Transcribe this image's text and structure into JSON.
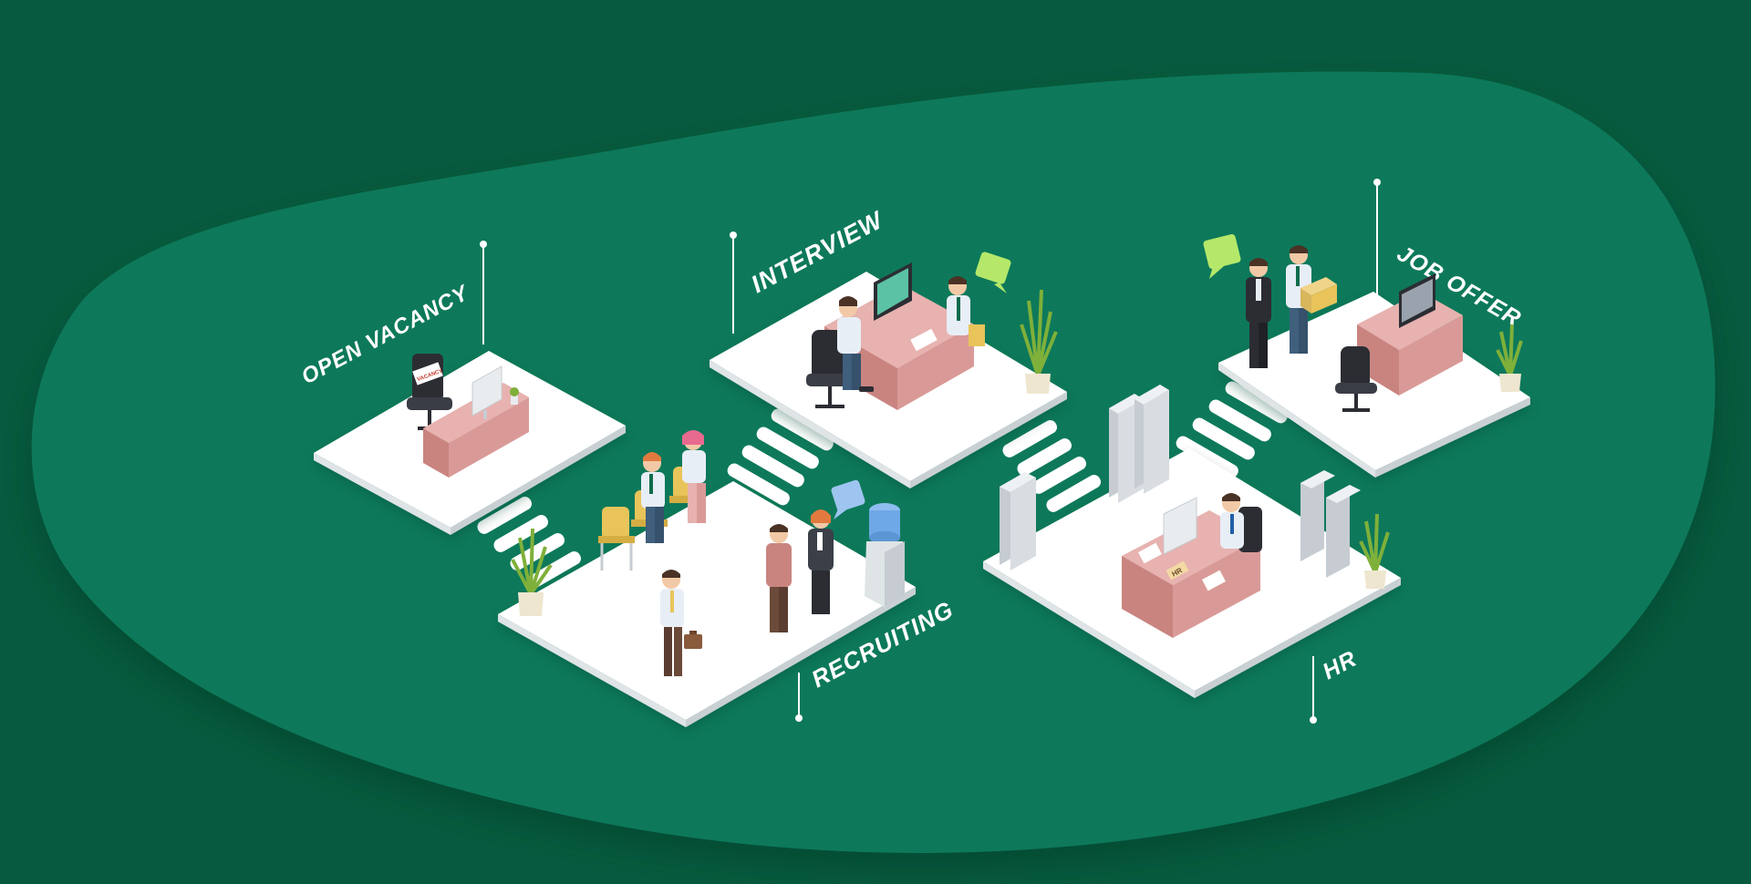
{
  "colors": {
    "page_background": "#075a3f",
    "blob": "#10795a",
    "platform_top": "#ffffff",
    "platform_side": "#dfe4e6",
    "desk": "#d99a97",
    "desk_dark": "#b9716f",
    "cabinet": "#d9dde2",
    "chair": "#2b2d33",
    "seat_yellow": "#e8c45a",
    "plant": "#7fb03a",
    "speech_green": "#b5e86a",
    "speech_blue": "#9ec5ef",
    "water": "#6fa8e6",
    "label_text": "#ffffff"
  },
  "stations": {
    "open_vacancy": {
      "label": "OPEN VACANCY",
      "sign": "VACANCY"
    },
    "interview": {
      "label": "INTERVIEW"
    },
    "recruiting": {
      "label": "RECRUITING"
    },
    "hr": {
      "label": "HR",
      "desk_plaque": "HR"
    },
    "job_offer": {
      "label": "JOB OFFER"
    }
  },
  "icons": {
    "speech_bubble": "speech-bubble-icon",
    "plant": "potted-plant-icon",
    "water_cooler": "water-cooler-icon",
    "file_cabinet": "file-cabinet-icon",
    "computer": "computer-monitor-icon",
    "office_chair": "office-chair-icon",
    "briefcase": "briefcase-icon",
    "box": "cardboard-box-icon"
  }
}
